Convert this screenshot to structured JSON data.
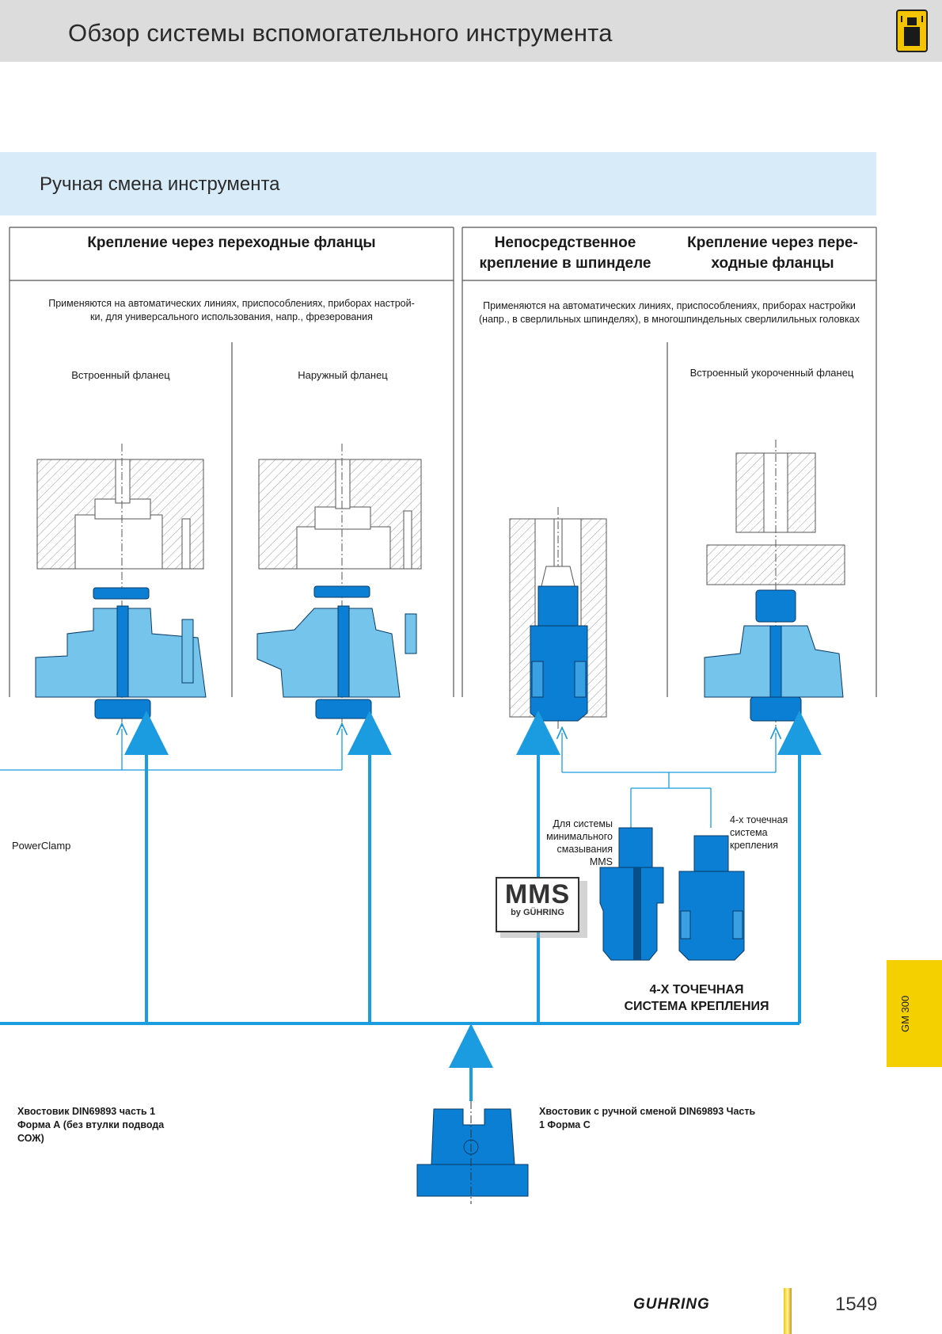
{
  "header": {
    "title": "Обзор системы вспомогательного инструмента"
  },
  "section": {
    "title": "Ручная смена инструмента"
  },
  "panels": {
    "left": {
      "heading": "Крепление через переходные фланцы",
      "description_lines": [
        "Применяются на автоматических линиях, приспособлениях, приборах настрой-",
        "ки,  для универсального использования, напр., фрезерования"
      ],
      "col1_label": "Встроенный фланец",
      "col2_label": "Наружный фланец"
    },
    "right": {
      "heading_a_lines": [
        "Непосредственное",
        "крепление в шпинделе"
      ],
      "heading_b_lines": [
        "Крепление через пере-",
        "ходные фланцы"
      ],
      "description_lines": [
        "Применяются на автоматических линиях, приспособлениях, приборах настройки",
        "(напр., в сверлильных шпинделях), в многошпиндельных сверлилильных головках"
      ],
      "col2_label": "Встроенный укороченный фланец"
    }
  },
  "labels": {
    "powerclamp": "PowerClamp",
    "mms_note_lines": [
      "Для системы",
      "минимального",
      "смазывания",
      "MMS"
    ],
    "four_point_note_lines": [
      "4-х точечная",
      "система",
      "крепления"
    ],
    "four_point_title_lines": [
      "4-Х ТОЧЕЧНАЯ",
      "СИСТЕМА КРЕПЛЕНИЯ"
    ],
    "shank_a_lines": [
      "Хвостовик DIN69893 часть 1",
      "Форма А (без втулки подвода",
      "СОЖ)"
    ],
    "shank_c_lines": [
      "Хвостовик с ручной сменой DIN69893 Часть",
      "1 Форма С"
    ],
    "mms_logo_big": "MMS",
    "mms_logo_small": "by GÜHRING"
  },
  "side_tab": {
    "label": "GM 300"
  },
  "footer": {
    "brand": "GUHRING",
    "page_number": "1549"
  },
  "colors": {
    "part_blue": "#0a7fd4",
    "arrow_blue": "#1b9be0",
    "band": "#d8ebf8",
    "tab": "#f5d000"
  }
}
